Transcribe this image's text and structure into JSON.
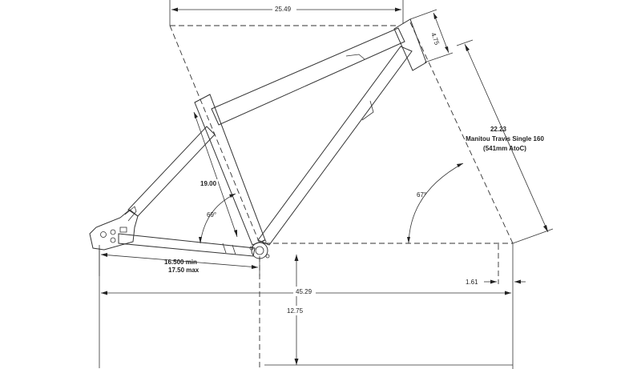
{
  "dimensions": {
    "top_tube_length": "25.49",
    "head_tube_length": "4.75",
    "fork_length": "22.23",
    "fork_model": "Manitou Travis Single 160",
    "fork_axle_to_crown": "(541mm AtoC)",
    "seat_tube_length": "19.00",
    "seat_tube_angle": "69°",
    "head_tube_angle": "67°",
    "chainstay_min": "16.500 min",
    "chainstay_max": "17.50 max",
    "fork_offset": "1.61",
    "wheelbase": "45.29",
    "bb_height": "12.75"
  },
  "colors": {
    "line": "#333333",
    "background": "#ffffff"
  }
}
